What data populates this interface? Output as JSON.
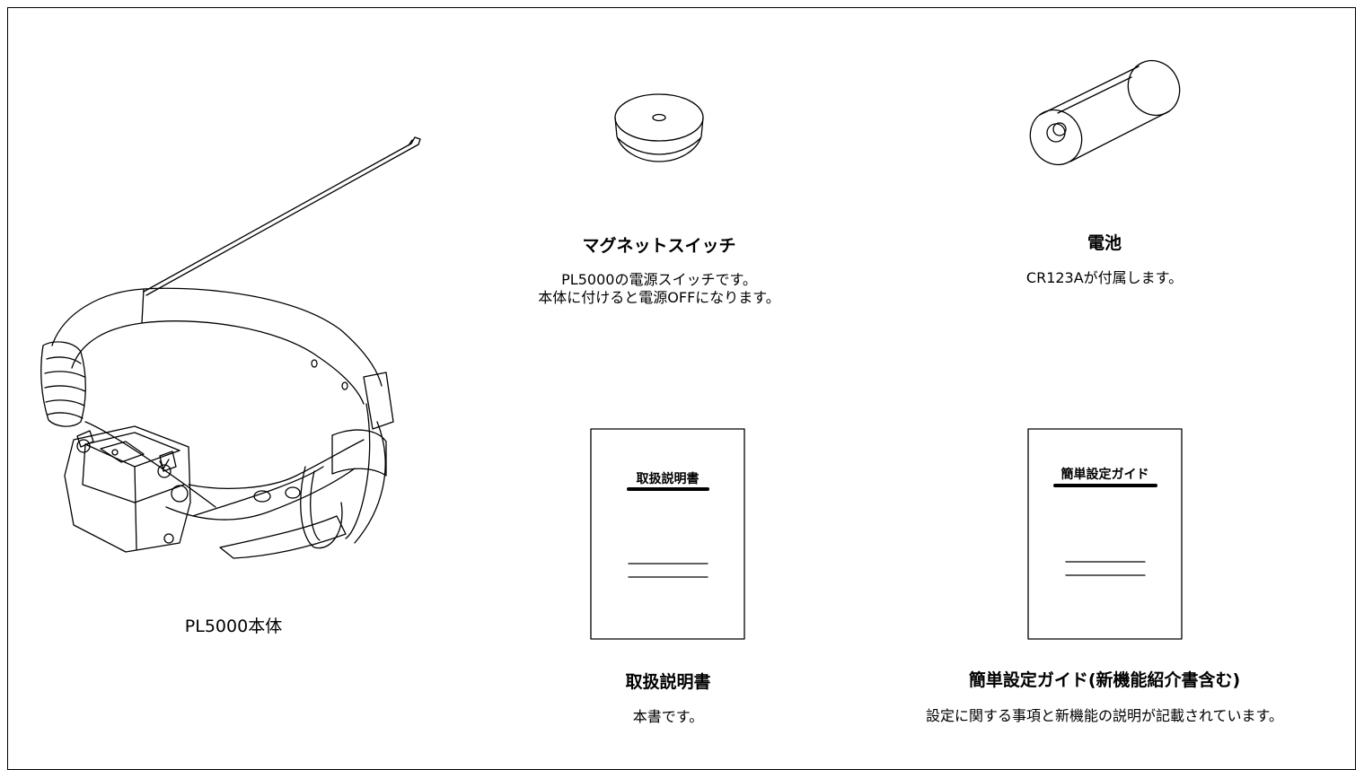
{
  "items": {
    "collar": {
      "label": "PL5000本体"
    },
    "magnet": {
      "title": "マグネットスイッチ",
      "desc_line1": "PL5000の電源スイッチです。",
      "desc_line2": "本体に付けると電源OFFになります。"
    },
    "battery": {
      "title": "電池",
      "desc": "CR123Aが付属します。"
    },
    "manual": {
      "title": "取扱説明書",
      "desc": "本書です。",
      "cover_title": "取扱説明書"
    },
    "guide": {
      "title": "簡単設定ガイド(新機能紹介書含む)",
      "desc": "設定に関する事項と新機能の説明が記載されています。",
      "cover_title": "簡単設定ガイド"
    }
  }
}
